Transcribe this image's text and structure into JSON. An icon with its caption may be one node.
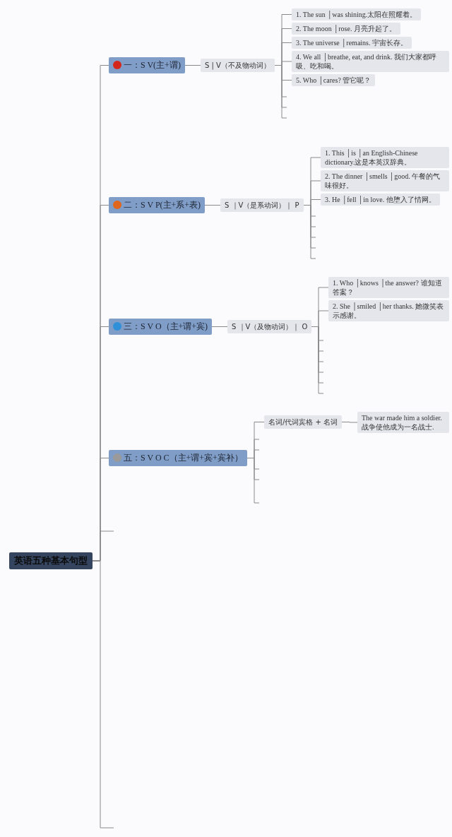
{
  "diagram": {
    "nodes": [
      {
        "text": [
          "英语五种基本句型"
        ]
      },
      {
        "text": [
          "一：S V(主+谓)"
        ]
      },
      {
        "text": [
          "S | V（不及物动词）"
        ]
      },
      {
        "text": [
          "1. The sun │was shining.太阳在照耀着。"
        ]
      },
      {
        "text": [
          "2. The moon │rose. 月亮升起了。"
        ]
      },
      {
        "text": [
          "3. The universe │remains. 宇宙长存。"
        ]
      },
      {
        "text": [
          "4. We all │breathe, eat, and drink. 我们大家都呼吸、吃和喝。"
        ]
      },
      {
        "text": [
          "5. Who │cares? 管它呢？"
        ]
      },
      {
        "text": [
          "二：S V P(主+系+表)"
        ]
      },
      {
        "text": [
          "S ｜V（是系动词）｜ P"
        ]
      },
      {
        "text": [
          "1. This │is │an English-Chinese dictionary.这是本英汉辞典。"
        ]
      },
      {
        "text": [
          "2. The dinner │smells │good. 午餐的气味很好。"
        ]
      },
      {
        "text": [
          "3. He │fell │in love. 他堕入了情网。"
        ]
      },
      {
        "text": [
          "三：S V O（主+谓+宾)"
        ]
      },
      {
        "text": [
          "S ｜V（及物动词）｜ O"
        ]
      },
      {
        "text": [
          "1. Who │knows │the answer? 谁知道答案？"
        ]
      },
      {
        "text": [
          "2. She │smiled │her thanks. 她微笑表示感谢。"
        ]
      },
      {
        "text": [
          "五：S V O C（主+谓+宾+宾补）"
        ]
      },
      {
        "text": [
          "名词/代词宾格 + 名词"
        ]
      },
      {
        "text": [
          "The war made him a soldier.战争使他成为一名战士."
        ]
      }
    ],
    "edges": [
      {
        "from": 0,
        "to": 1,
        "arrow": "none"
      },
      {
        "from": 0,
        "to": 8,
        "arrow": "none"
      },
      {
        "from": 0,
        "to": 13,
        "arrow": "none"
      },
      {
        "from": 0,
        "to": 17,
        "arrow": "none"
      },
      {
        "from": 0,
        "to": null,
        "arrow": "none"
      },
      {
        "from": 0,
        "to": null,
        "arrow": "none"
      },
      {
        "from": 1,
        "to": 2,
        "arrow": "none"
      },
      {
        "from": 2,
        "to": 3,
        "arrow": "none"
      },
      {
        "from": 2,
        "to": 4,
        "arrow": "none"
      },
      {
        "from": 2,
        "to": 5,
        "arrow": "none"
      },
      {
        "from": 2,
        "to": 6,
        "arrow": "none"
      },
      {
        "from": 2,
        "to": 7,
        "arrow": "none"
      },
      {
        "from": 2,
        "to": null,
        "arrow": "none"
      },
      {
        "from": 2,
        "to": null,
        "arrow": "none"
      },
      {
        "from": 2,
        "to": null,
        "arrow": "none"
      },
      {
        "from": 8,
        "to": 9,
        "arrow": "none"
      },
      {
        "from": 9,
        "to": 10,
        "arrow": "none"
      },
      {
        "from": 9,
        "to": 11,
        "arrow": "none"
      },
      {
        "from": 9,
        "to": 12,
        "arrow": "none"
      },
      {
        "from": 9,
        "to": null,
        "arrow": "none"
      },
      {
        "from": 9,
        "to": null,
        "arrow": "none"
      },
      {
        "from": 9,
        "to": null,
        "arrow": "none"
      },
      {
        "from": 9,
        "to": null,
        "arrow": "none"
      },
      {
        "from": 9,
        "to": null,
        "arrow": "none"
      },
      {
        "from": 13,
        "to": 14,
        "arrow": "none"
      },
      {
        "from": 14,
        "to": 15,
        "arrow": "none"
      },
      {
        "from": 14,
        "to": 16,
        "arrow": "none"
      },
      {
        "from": 14,
        "to": null,
        "arrow": "none"
      },
      {
        "from": 14,
        "to": null,
        "arrow": "none"
      },
      {
        "from": 14,
        "to": null,
        "arrow": "none"
      },
      {
        "from": 14,
        "to": null,
        "arrow": "none"
      },
      {
        "from": 14,
        "to": null,
        "arrow": "none"
      },
      {
        "from": 14,
        "to": null,
        "arrow": "none"
      },
      {
        "from": 17,
        "to": 18,
        "arrow": "none"
      },
      {
        "from": 17,
        "to": null,
        "arrow": "none"
      },
      {
        "from": 17,
        "to": null,
        "arrow": "none"
      },
      {
        "from": 17,
        "to": null,
        "arrow": "none"
      },
      {
        "from": 17,
        "to": null,
        "arrow": "none"
      },
      {
        "from": 17,
        "to": null,
        "arrow": "none"
      },
      {
        "from": 18,
        "to": 19,
        "arrow": "none"
      }
    ]
  }
}
